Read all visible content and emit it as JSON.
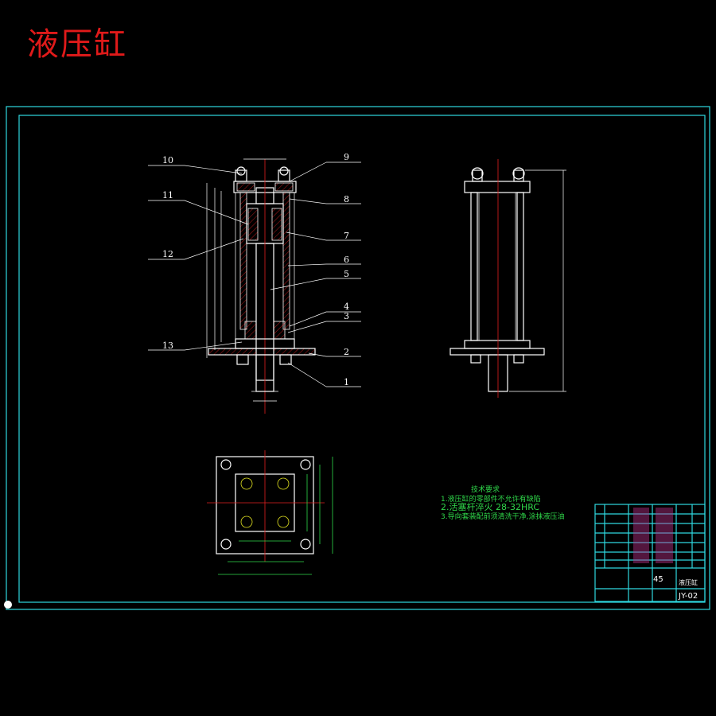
{
  "title": "液压缸",
  "part_labels": [
    "1",
    "2",
    "3",
    "4",
    "5",
    "6",
    "7",
    "8",
    "9",
    "10",
    "11",
    "12",
    "13"
  ],
  "notes": {
    "header": "技术要求",
    "lines": [
      "1.液压缸的零部件不允许有缺陷",
      "2.活塞杆淬火 28-32HRC",
      "3.导向套装配前须清洗干净,涂抹液压油"
    ]
  },
  "title_block": {
    "material": "45",
    "name": "液压缸",
    "drawing_no": "JY-02"
  },
  "colors": {
    "background": "#000000",
    "frame": "#2fd8e0",
    "title": "#e01a1a",
    "lines": "#ffffff",
    "dimensions": "#2fd84a"
  }
}
